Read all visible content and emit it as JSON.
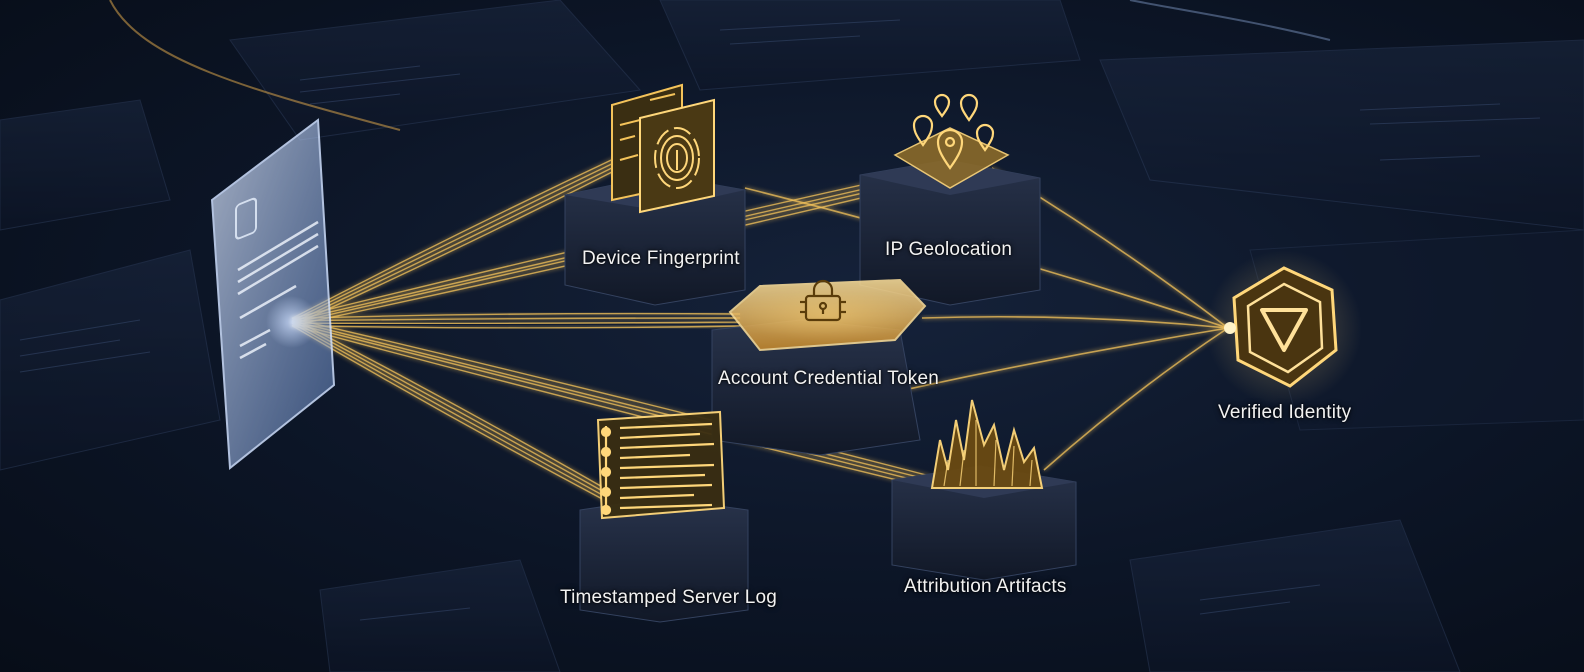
{
  "diagram": {
    "nodes": [
      {
        "id": "source-document",
        "label": ""
      },
      {
        "id": "device-fingerprint",
        "label": "Device Fingerprint"
      },
      {
        "id": "ip-geolocation",
        "label": "IP Geolocation"
      },
      {
        "id": "account-credential-token",
        "label": "Account Credential Token"
      },
      {
        "id": "timestamped-server-log",
        "label": "Timestamped Server Log"
      },
      {
        "id": "attribution-artifacts",
        "label": "Attribution Artifacts"
      },
      {
        "id": "verified-identity",
        "label": "Verified Identity"
      }
    ],
    "edges": [
      {
        "from": "source-document",
        "to": "device-fingerprint"
      },
      {
        "from": "source-document",
        "to": "ip-geolocation"
      },
      {
        "from": "source-document",
        "to": "account-credential-token"
      },
      {
        "from": "source-document",
        "to": "timestamped-server-log"
      },
      {
        "from": "source-document",
        "to": "attribution-artifacts"
      },
      {
        "from": "device-fingerprint",
        "to": "verified-identity"
      },
      {
        "from": "ip-geolocation",
        "to": "verified-identity"
      },
      {
        "from": "account-credential-token",
        "to": "verified-identity"
      },
      {
        "from": "timestamped-server-log",
        "to": "verified-identity"
      },
      {
        "from": "attribution-artifacts",
        "to": "verified-identity"
      }
    ]
  },
  "colors": {
    "background": "#0a1220",
    "gold": "#f4c35a",
    "gold_glow": "#ffd77a",
    "document_blue": "#a9c8ff",
    "pedestal": "#1a2234",
    "label_text": "#f2f2f2"
  }
}
